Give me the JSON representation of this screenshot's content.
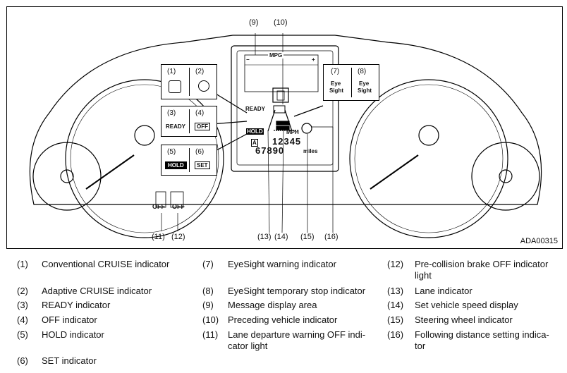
{
  "figure": {
    "code": "ADA00315",
    "callouts": [
      "(1)",
      "(2)",
      "(3)",
      "(4)",
      "(5)",
      "(6)",
      "(7)",
      "(8)",
      "(9)",
      "(10)",
      "(11)",
      "(12)",
      "(13)",
      "(14)",
      "(15)",
      "(16)"
    ],
    "display": {
      "mpg_label": "MPG",
      "minus": "−",
      "plus": "+",
      "mph_label": "MPH",
      "odo_big": "12345",
      "odo_small": "67890",
      "odo_unit": "miles",
      "gear": "A"
    },
    "box_labels": {
      "ready": "READY",
      "off": "OFF",
      "hold": "HOLD",
      "set": "SET",
      "eye": "Eye",
      "sight": "Sight",
      "off_small": "OFF"
    }
  },
  "legend": [
    {
      "num": "(1)",
      "text": "Conventional CRUISE indicator"
    },
    {
      "num": "(2)",
      "text": "Adaptive CRUISE indicator"
    },
    {
      "num": "(3)",
      "text": "READY indicator"
    },
    {
      "num": "(4)",
      "text": "OFF indicator"
    },
    {
      "num": "(5)",
      "text": "HOLD indicator"
    },
    {
      "num": "(6)",
      "text": "SET indicator"
    },
    {
      "num": "(7)",
      "text": "EyeSight warning indicator"
    },
    {
      "num": "(8)",
      "text": "EyeSight temporary stop indicator"
    },
    {
      "num": "(9)",
      "text": "Message display area"
    },
    {
      "num": "(10)",
      "text": "Preceding vehicle indicator"
    },
    {
      "num": "(11)",
      "text": "Lane departure warning OFF indi-\ncator light"
    },
    {
      "num": "(12)",
      "text": "Pre-collision brake OFF indicator\nlight"
    },
    {
      "num": "(13)",
      "text": "Lane indicator"
    },
    {
      "num": "(14)",
      "text": "Set vehicle speed display"
    },
    {
      "num": "(15)",
      "text": "Steering wheel indicator"
    },
    {
      "num": "(16)",
      "text": "Following distance setting indica-\ntor"
    }
  ]
}
